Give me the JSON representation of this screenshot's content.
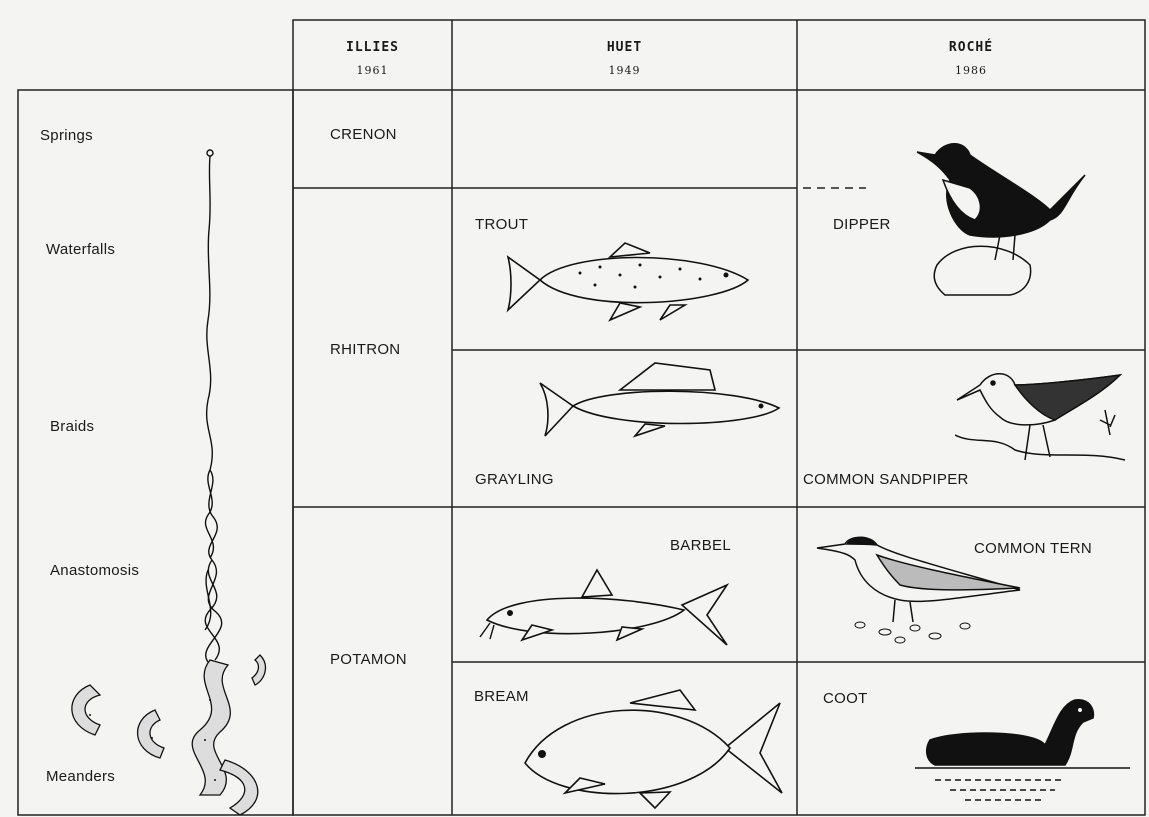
{
  "headers": [
    {
      "author": "ILLIES",
      "year": "1961"
    },
    {
      "author": "HUET",
      "year": "1949"
    },
    {
      "author": "ROCHÉ",
      "year": "1986"
    }
  ],
  "river_forms": [
    "Springs",
    "Waterfalls",
    "Braids",
    "Anastomosis",
    "Meanders"
  ],
  "zones": [
    "CRENON",
    "RHITRON",
    "POTAMON"
  ],
  "fish": [
    "TROUT",
    "GRAYLING",
    "BARBEL",
    "BREAM"
  ],
  "birds": [
    "DIPPER",
    "COMMON SANDPIPER",
    "COMMON TERN",
    "COOT"
  ]
}
